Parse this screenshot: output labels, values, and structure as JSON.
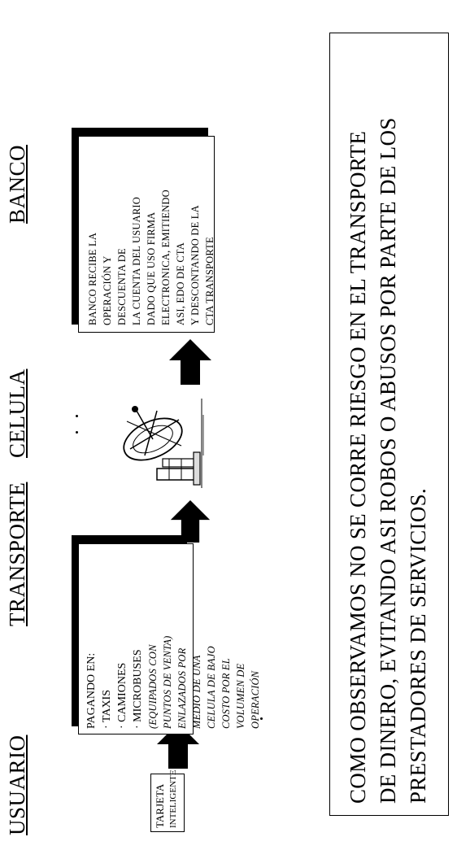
{
  "headers": {
    "usuario": "USUARIO",
    "transporte": "TRANSPORTE",
    "celula": "CELULA",
    "banco": "BANCO"
  },
  "card": {
    "line1": "TARJETA",
    "line2": "INTELIGENTE"
  },
  "transporte_box": {
    "intro": "PAGANDO EN:",
    "items": [
      "· TAXIS",
      "· CAMIONES",
      "· MICROBUSES"
    ],
    "detail": "(EQUIPADOS CON\nPUNTOS DE VENTA)\nENLAZADOS POR\nMEDIO DE UNA\nCELULA DE BAJO\nCOSTO POR EL\nVOLUMEN DE\nOPERACIÓN"
  },
  "banco_box": {
    "text": "BANCO RECIBE LA\nOPERACIÓN Y\nDESCUENTA DE\nLA CUENTA DEL USUARIO\nDADO QUE USO FIRMA\nELECTRONICA, EMITIENDO\nASI, EDO DE CTA\nY DESCONTANDO DE LA\nCTA TRANSPORTE"
  },
  "icons": {
    "arrow": "thick-right-arrow",
    "satellite": "satellite-dish-antenna"
  },
  "summary": {
    "line1": "COMO OBSERVAMOS NO SE CORRE RIESGO EN EL TRANSPORTE",
    "line2": "DE DINERO, EVITANDO ASI ROBOS O ABUSOS POR PARTE DE LOS",
    "line3": "PRESTADORES DE SERVICIOS."
  }
}
